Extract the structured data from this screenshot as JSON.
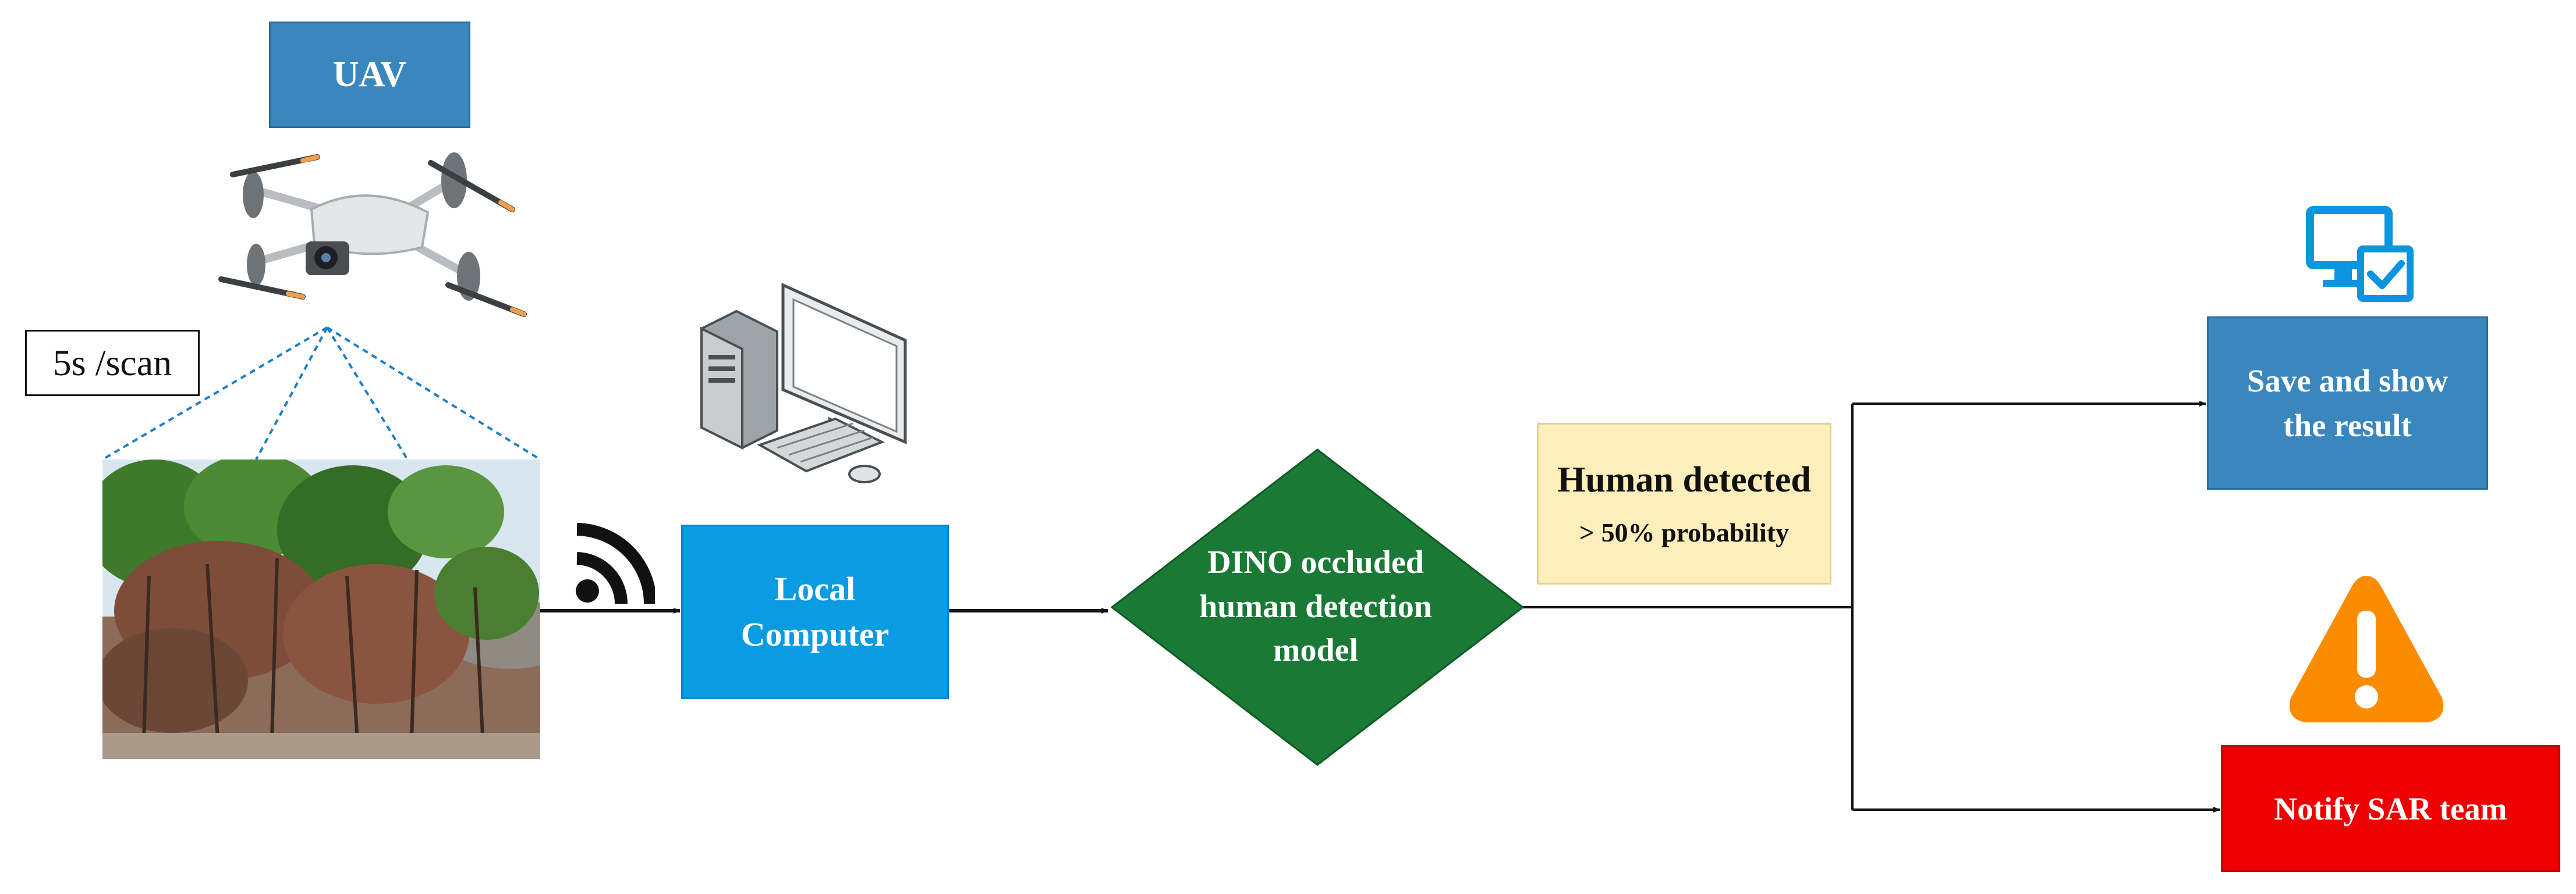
{
  "nodes": {
    "uav": "UAV",
    "scan_rate": "5s /scan",
    "local_computer": [
      "Local",
      "Computer"
    ],
    "dino_model": [
      "DINO occluded",
      "human detection",
      "model"
    ],
    "human_detected": {
      "title": "Human detected",
      "condition": "> 50% probability"
    },
    "save_result": [
      "Save and show",
      "the result"
    ],
    "notify": "Notify SAR team"
  },
  "icons": [
    "drone-icon",
    "forest-photo",
    "wireless-signal-icon",
    "desktop-computer-icon",
    "monitor-check-icon",
    "warning-icon"
  ],
  "colors": {
    "uav_box": "#3a87be",
    "local_box": "#0a9be2",
    "diamond": "#1a7a35",
    "condition_box": "#fdeebb",
    "save_box": "#3a87be",
    "notify_box": "#ee0000",
    "warning": "#fb8c00",
    "monitor_icon": "#0a95dd"
  }
}
